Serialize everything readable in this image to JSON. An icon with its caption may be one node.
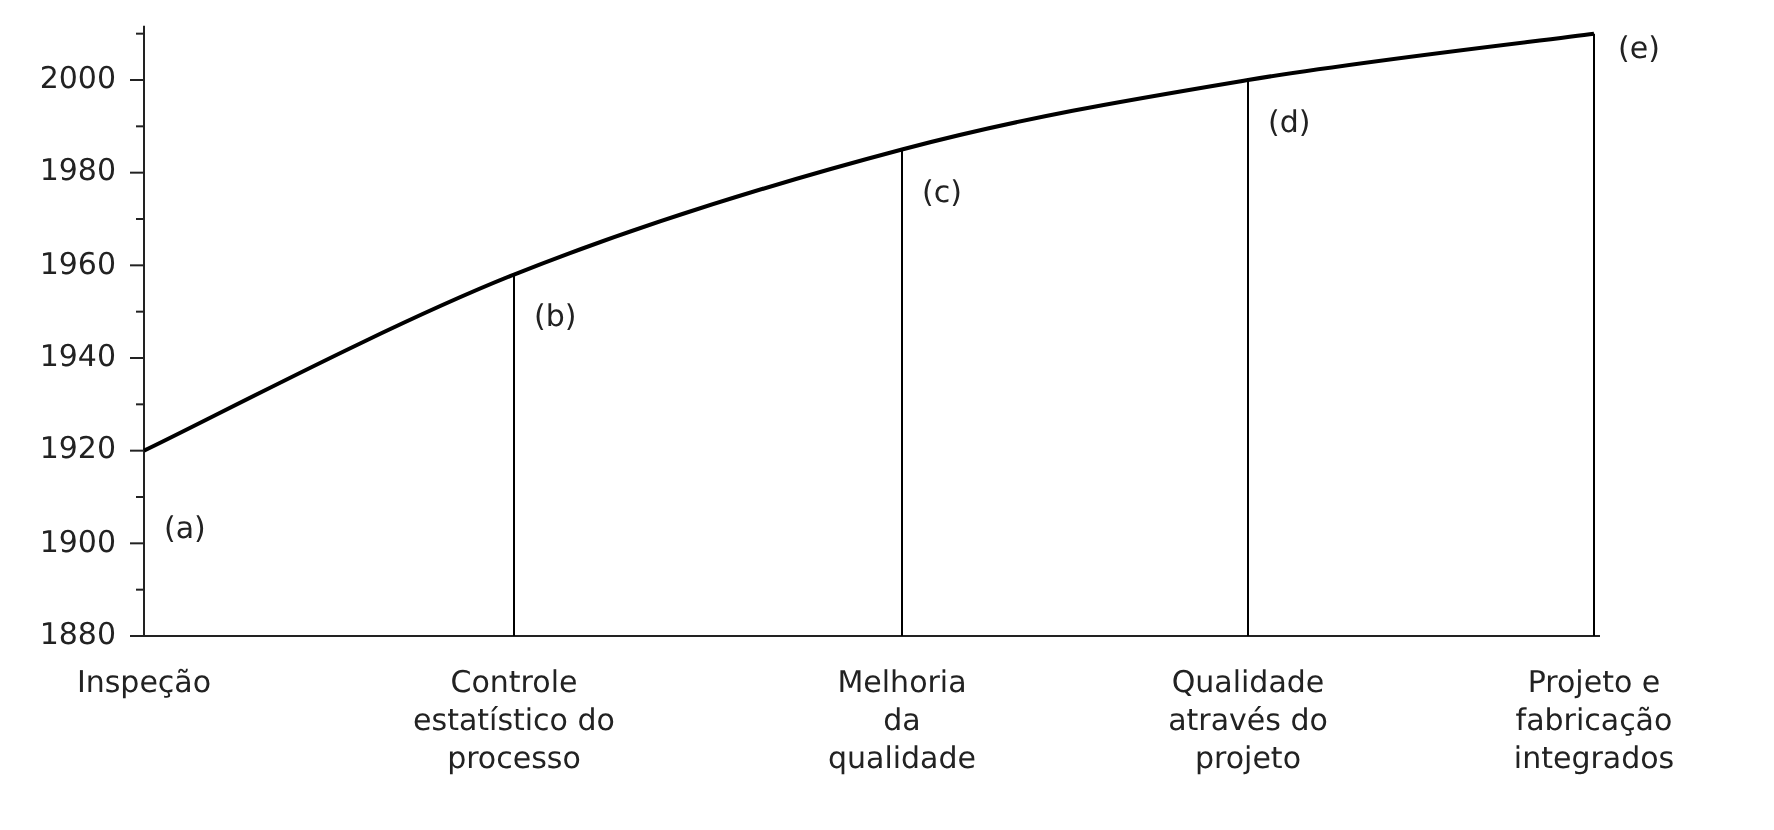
{
  "diagram": {
    "chart_data": {
      "type": "line",
      "categories": [
        "Inspeção",
        "Controle estatístico do processo",
        "Melhoria da qualidade",
        "Qualidade através do projeto",
        "Projeto e fabricação integrados"
      ],
      "series": [
        {
          "color": "#000000",
          "values": [
            1920,
            1958,
            1985,
            2000,
            2010
          ]
        }
      ],
      "ylim": [
        1880,
        2010
      ],
      "grid": true,
      "yticks": [
        1880,
        1900,
        1920,
        1940,
        1960,
        1980,
        2000
      ],
      "annotations": [
        "(a)",
        "(b)",
        "(c)",
        "(d)",
        "(e)"
      ]
    }
  }
}
